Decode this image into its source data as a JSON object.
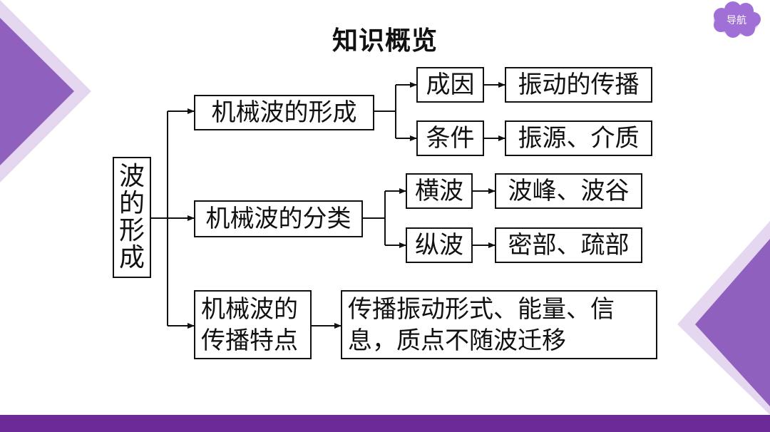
{
  "title": "知识概览",
  "nav_button": {
    "label": "导航",
    "color": "#a070d6"
  },
  "colors": {
    "accent": "#6b2a98",
    "triangle_dark": "#8a5ab8",
    "triangle_light": "#d9c8ea"
  },
  "diagram": {
    "root": [
      "波",
      "的",
      "形",
      "成"
    ],
    "formation": {
      "label": "机械波的形成",
      "cause": "成因",
      "cause_detail": "振动的传播",
      "condition": "条件",
      "condition_detail": "振源、介质"
    },
    "classification": {
      "label": "机械波的分类",
      "transverse": "横波",
      "transverse_detail": "波峰、波谷",
      "longitudinal": "纵波",
      "longitudinal_detail": "密部、疏部"
    },
    "features": {
      "label_line1": "机械波的",
      "label_line2": "传播特点",
      "detail_line1": "传播振动形式、能量、信",
      "detail_line2": "息，质点不随波迁移"
    }
  }
}
